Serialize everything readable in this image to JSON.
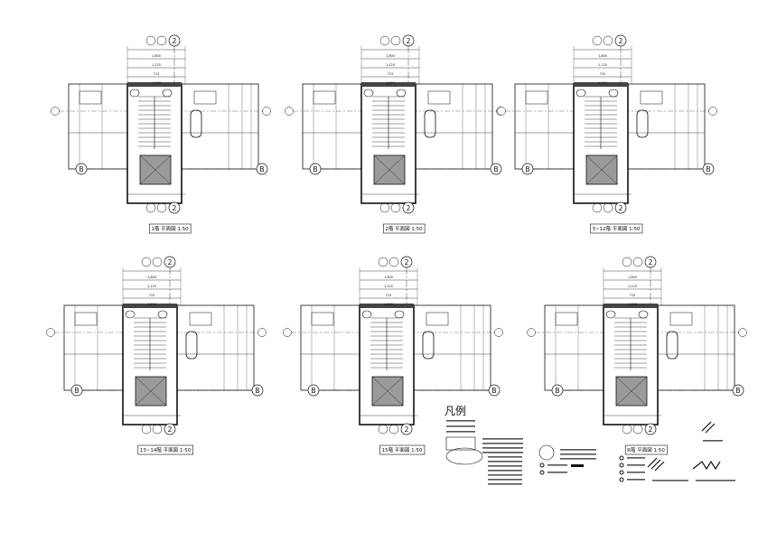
{
  "sheet": {
    "plans": [
      {
        "title": "1階 平面図 1:50",
        "grid_row": "B",
        "grid_col": "2",
        "dims": [
          "1,800",
          "1,125",
          "715",
          "1,500"
        ]
      },
      {
        "title": "2階 平面図 1:50",
        "grid_row": "B",
        "grid_col": "2",
        "dims": [
          "1,800",
          "1,125",
          "715",
          "1,500"
        ]
      },
      {
        "title": "3~12階 平面図 1:50",
        "grid_row": "B",
        "grid_col": "2",
        "dims": [
          "1,800",
          "1,125",
          "715",
          "1,500"
        ]
      },
      {
        "title": "13~14階 平面図 1:50",
        "grid_row": "B",
        "grid_col": "2",
        "dims": [
          "1,800",
          "1,125",
          "715",
          "1,500"
        ]
      },
      {
        "title": "15階 平面図 1:50",
        "grid_row": "B",
        "grid_col": "2",
        "dims": [
          "1,800",
          "1,125",
          "715",
          "1,500"
        ]
      },
      {
        "title": "R階 平面図 1:50",
        "grid_row": "B",
        "grid_col": "2",
        "dims": [
          "1,800",
          "1,125",
          "715",
          "1,500"
        ]
      }
    ],
    "legend": {
      "heading": "凡例"
    },
    "colors": {
      "ink": "#111111",
      "hatch": "#9a9a9a",
      "paper": "#ffffff"
    }
  }
}
